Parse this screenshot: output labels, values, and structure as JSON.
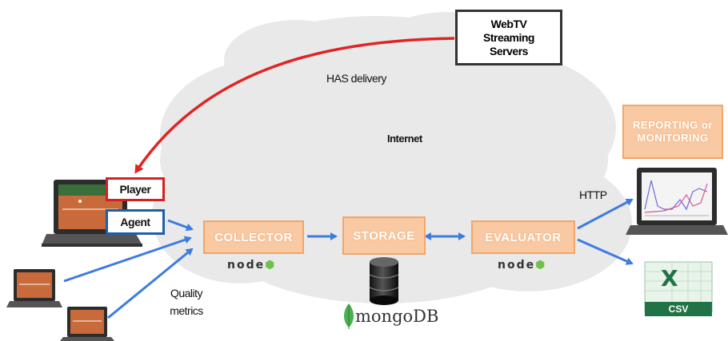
{
  "servers": {
    "label": "WebTV Streaming Servers"
  },
  "labels": {
    "has_delivery": "HAS delivery",
    "internet": "Internet",
    "http": "HTTP",
    "quality_metrics": "Quality metrics"
  },
  "player": {
    "label": "Player"
  },
  "agent": {
    "label": "Agent"
  },
  "components": {
    "collector": "COLLECTOR",
    "storage": "STORAGE",
    "evaluator": "EVALUATOR",
    "reporting": "REPORTING or MONITORING"
  },
  "logos": {
    "node_collector": "node",
    "node_evaluator": "node",
    "mongodb": "mongoDB",
    "csv": "CSV"
  },
  "colors": {
    "cloud": "#e9e9e9",
    "orange_fill": "#f9c9a3",
    "orange_border": "#f3a56a",
    "arrow_blue": "#3d7be0",
    "arrow_red": "#e02424",
    "player_border": "#d42020",
    "agent_border": "#1f5fa8",
    "excel_green": "#217346"
  }
}
